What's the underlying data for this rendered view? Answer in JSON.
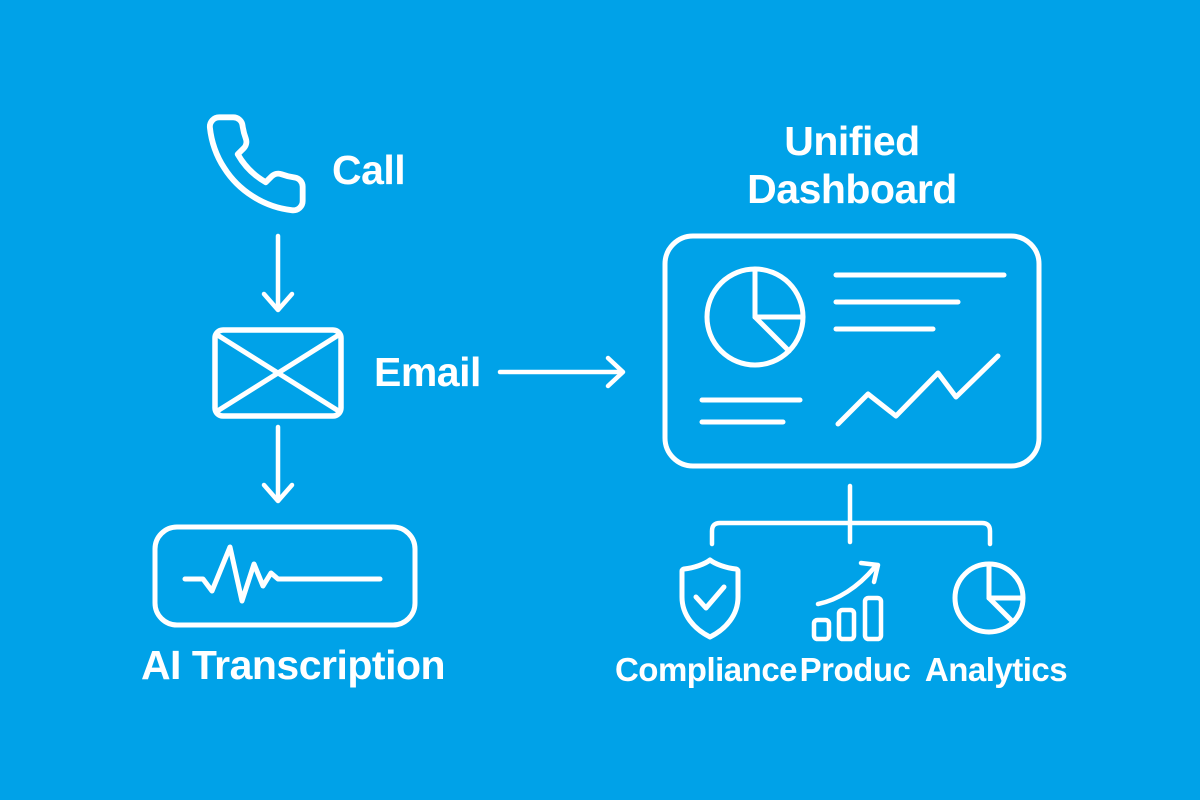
{
  "canvas": {
    "background_color": "#00A2E8",
    "line_color": "#FFFFFF"
  },
  "flow": {
    "call": {
      "label": "Call",
      "icon": "phone-icon"
    },
    "email": {
      "label": "Email",
      "icon": "envelope-icon"
    },
    "transcription": {
      "label": "AI Transcription",
      "icon": "waveform-icon"
    }
  },
  "dashboard": {
    "title": "Unified Dashboard",
    "icon": "dashboard-card-icon",
    "widgets": [
      "pie-chart-icon",
      "text-lines-icon",
      "trend-line-icon"
    ],
    "outputs": [
      {
        "label": "Compliance",
        "icon": "shield-check-icon"
      },
      {
        "label": "Produc",
        "icon": "growth-bars-icon"
      },
      {
        "label": "Analytics",
        "icon": "pie-chart-icon"
      }
    ]
  },
  "connectors": [
    "arrow-down",
    "arrow-down",
    "arrow-right",
    "branch-tree"
  ]
}
